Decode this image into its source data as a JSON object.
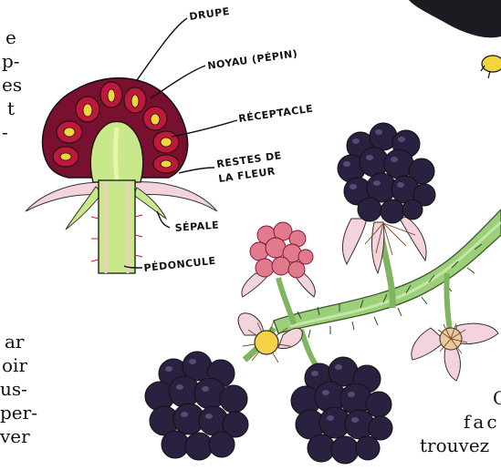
{
  "labels": {
    "drupe": "DRUPE",
    "noyau": "NOYAU (PÉPIN)",
    "receptacle": "RÉCEPTACLE",
    "restes_line1": "RESTES DE",
    "restes_line2": "LA FLEUR",
    "sepale": "SÉPALE",
    "pedoncule": "PÉDONCULE"
  },
  "left_text_top": [
    "e",
    "p-",
    "es",
    "t",
    "-"
  ],
  "left_text_bottom": [
    "ar",
    "oir",
    "us-",
    "per-",
    "ver"
  ],
  "right_text": [
    "C",
    "fac",
    "trouvez"
  ],
  "colors": {
    "drupe_dark": "#7a1030",
    "drupe_red": "#c0183a",
    "seed_yellow": "#f2d43c",
    "receptacle_green": "#c9e88a",
    "stem_green": "#9bcf7a",
    "berry_dark": "#2a2140",
    "berry_unripe": "#e07a8c",
    "petal_pink": "#f3d3dc",
    "flower_center": "#f6d24a"
  }
}
